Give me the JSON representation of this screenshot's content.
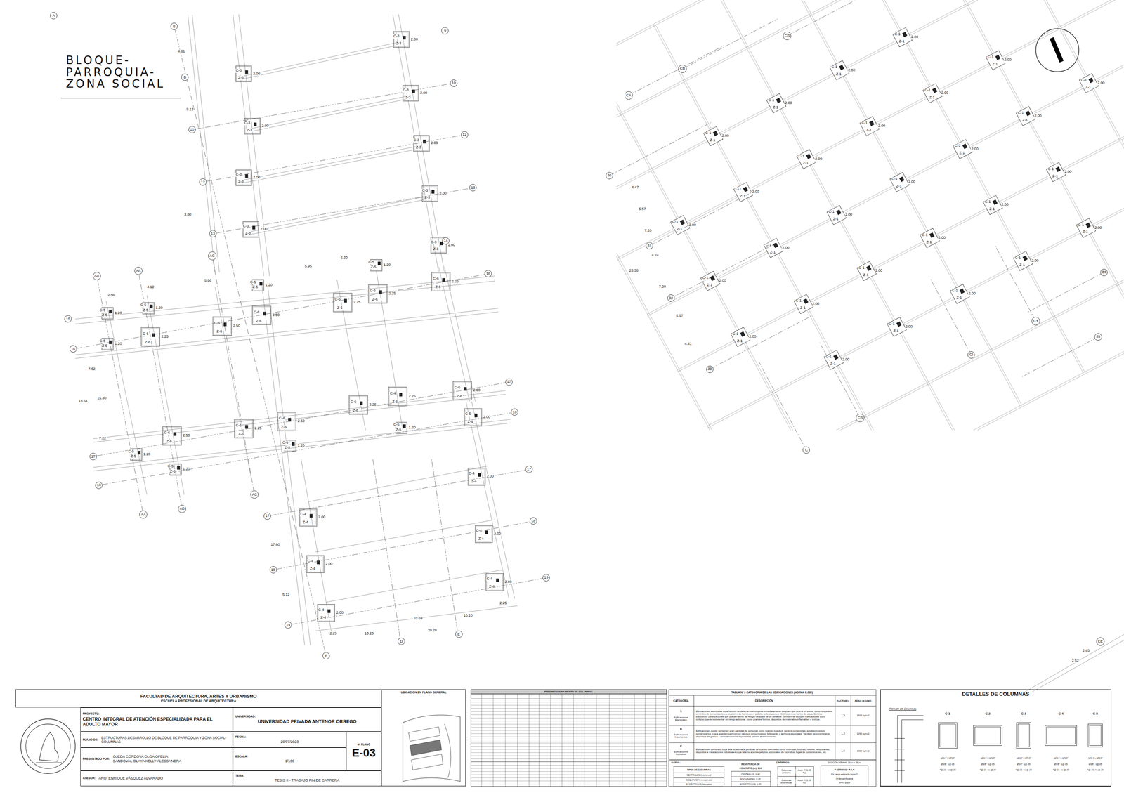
{
  "diagram": {
    "title": "BLOQUE- PARROQUIA- ZONA SOCIAL",
    "nodes": [
      {
        "text": [
          "A"
        ]
      },
      {
        "text": [
          "B"
        ]
      },
      {
        "text": [
          "9"
        ]
      },
      {
        "text": [
          "B"
        ]
      },
      {
        "text": [
          "10"
        ]
      },
      {
        "text": [
          "10"
        ]
      },
      {
        "text": [
          "12"
        ]
      },
      {
        "text": [
          "12"
        ]
      },
      {
        "text": [
          "13"
        ]
      },
      {
        "text": [
          "13"
        ]
      },
      {
        "text": [
          "14"
        ]
      },
      {
        "text": [
          "AC"
        ]
      },
      {
        "text": [
          "AA"
        ]
      },
      {
        "text": [
          "AB"
        ]
      },
      {
        "text": [
          "16"
        ]
      },
      {
        "text": [
          "15"
        ]
      },
      {
        "text": [
          "16"
        ]
      },
      {
        "text": [
          "17"
        ]
      },
      {
        "text": [
          "18"
        ]
      },
      {
        "text": [
          "17"
        ]
      },
      {
        "text": [
          "18"
        ]
      },
      {
        "text": [
          "17"
        ]
      },
      {
        "text": [
          "AC"
        ]
      },
      {
        "text": [
          "AB"
        ]
      },
      {
        "text": [
          "AA"
        ]
      },
      {
        "text": [
          "17"
        ]
      },
      {
        "text": [
          "18"
        ]
      },
      {
        "text": [
          "18"
        ]
      },
      {
        "text": [
          "19"
        ]
      },
      {
        "text": [
          "19"
        ]
      },
      {
        "text": [
          "D"
        ]
      },
      {
        "text": [
          "E"
        ]
      },
      {
        "text": [
          "B"
        ]
      },
      {
        "text": [
          "CB"
        ]
      },
      {
        "text": [
          "CB"
        ]
      },
      {
        "text": [
          "CA"
        ]
      },
      {
        "text": [
          "30"
        ]
      },
      {
        "text": [
          "31"
        ]
      },
      {
        "text": [
          "32"
        ]
      },
      {
        "text": [
          "34"
        ]
      },
      {
        "text": [
          "CY"
        ]
      },
      {
        "text": [
          "35"
        ]
      },
      {
        "text": [
          "CI"
        ]
      },
      {
        "text": [
          "33"
        ]
      },
      {
        "text": [
          "CB"
        ]
      },
      {
        "text": [
          "C"
        ]
      },
      {
        "text": [
          "CE"
        ]
      },
      {
        "text": [
          "FACULTAD DE ARQUITECTURA, ARTES Y URBANISMO",
          "ESCUELA PROFESIONAL DE ARQUITECTURA"
        ]
      },
      {
        "text": [
          "PROYECTO:",
          "CENTRO INTEGRAL DE ATENCIÓN ESPECIALIZADA PARA EL ADULTO MAYOR"
        ]
      },
      {
        "text": [
          "UNIVERSIDAD:",
          "UNIVERSIDAD PRIVADA ANTENOR ORREGO"
        ]
      },
      {
        "text": [
          "PLANO DE:",
          "ESTRUCTURAS:DESARROLLO DE BLOQUE DE PARROQUIA Y ZONA SOCIAL-COLUMNAS"
        ]
      },
      {
        "text": [
          "FECHA:",
          "20/07/2023"
        ]
      },
      {
        "text": [
          "Nº PLANO",
          "E-03"
        ]
      },
      {
        "text": [
          "PRESENTADO POR:",
          "OJEDA CORDOVA OLGA OFELIA",
          "SANDOVAL OLAYA KELLY ALESSANDRA"
        ]
      },
      {
        "text": [
          "ESCALA:",
          "1/100"
        ]
      },
      {
        "text": [
          "ASESOR:",
          "ARQ. ENRIQUE VÁSQUEZ ALVARADO"
        ]
      },
      {
        "text": [
          "TEMA:",
          "TESIS II - TRABAJO FIN DE CARRERA"
        ]
      },
      {
        "text": [
          "UBICACIÓN EN PLANO GENERAL"
        ]
      },
      {
        "text": [
          "DETALLES DE COLUMNAS"
        ]
      }
    ],
    "edges": [
      {
        "from": 5,
        "to": 4,
        "arrow": "none"
      },
      {
        "from": 7,
        "to": 6,
        "arrow": "none"
      },
      {
        "from": 9,
        "to": 8,
        "arrow": "none"
      },
      {
        "from": 16,
        "to": 14,
        "arrow": "none"
      },
      {
        "from": 19,
        "to": 17,
        "arrow": "none"
      },
      {
        "from": 20,
        "to": 18,
        "arrow": "none"
      },
      {
        "from": 25,
        "to": 21,
        "arrow": "none"
      },
      {
        "from": 27,
        "to": 26,
        "arrow": "none"
      },
      {
        "from": 29,
        "to": 28,
        "arrow": "none"
      },
      {
        "from": 12,
        "to": 24,
        "arrow": "none"
      },
      {
        "from": 13,
        "to": 23,
        "arrow": "none"
      },
      {
        "from": 11,
        "to": 22,
        "arrow": "none"
      },
      {
        "from": 1,
        "to": 32,
        "arrow": "none"
      }
    ],
    "labels": [
      "C-3",
      "Z-3",
      "2.00",
      "C-3",
      "Z-3",
      "2.00",
      "C-3",
      "Z-3",
      "2.00",
      "C-3",
      "Z-3",
      "2.00",
      "C-3",
      "Z-3",
      "2.00",
      "C-3",
      "Z-3",
      "2.00",
      "C-3",
      "Z-3",
      "2.00",
      "C-3",
      "Z-3",
      "2.00",
      "C-3",
      "Z-3",
      "2.00",
      "C-5",
      "Z-5",
      "1.20",
      "C-5",
      "Z-5",
      "1.20",
      "C-5",
      "Z-5",
      "1.20",
      "C-5",
      "Z-5",
      "1.20",
      "C-5",
      "Z-5",
      "1.20",
      "C-6",
      "Z-6",
      "2.25",
      "C-6",
      "Z-6",
      "2.50",
      "C-6",
      "Z-6",
      "2.50",
      "C-6",
      "Z-6",
      "2.25",
      "C-6",
      "Z-6",
      "2.25",
      "C-6",
      "Z-6",
      "2.25",
      "C-6",
      "Z-6",
      "2.50",
      "C-6",
      "Z-6",
      "2.25",
      "C-4",
      "Z-6",
      "2.50",
      "C-6",
      "Z-6",
      "2.25",
      "C-4",
      "Z-6",
      "2.25",
      "C-6",
      "Z-6",
      "2.60",
      "C-5",
      "Z-5",
      "1.20",
      "C-5",
      "Z-5",
      "1.20",
      "C-5",
      "Z-5",
      "1.20",
      "C-5",
      "Z-5",
      "1.20",
      "C-5",
      "Z-4",
      "2.00",
      "C-4",
      "Z-4",
      "2.00",
      "C-4",
      "Z-4",
      "2.00",
      "C-4",
      "Z-4",
      "2.00",
      "C-4",
      "Z-4",
      "2.00",
      "C-4",
      "Z-4",
      "2.00",
      "C-4",
      "Z-4",
      "2.00",
      "C-1",
      "Z-1",
      "2.00",
      "C-1",
      "Z-1",
      "2.00",
      "C-1",
      "Z-1",
      "2.00",
      "C-1",
      "Z-1",
      "2.00",
      "C-1",
      "Z-1",
      "2.00",
      "C-1",
      "Z-1",
      "2.00",
      "C-1",
      "Z-1",
      "2.00",
      "C-1",
      "Z-1",
      "2.00",
      "C-1",
      "Z-1",
      "2.00",
      "C-1",
      "Z-1",
      "2.00",
      "C-1",
      "Z-1",
      "2.00",
      "C-1",
      "Z-1",
      "2.00",
      "C-1",
      "Z-1",
      "2.00",
      "C-1",
      "Z-1",
      "2.00",
      "C-1",
      "Z-1",
      "2.00",
      "C-1",
      "Z-1",
      "2.00",
      "C-1",
      "Z-1",
      "2.00",
      "C-1",
      "Z-1",
      "2.00",
      "C-1",
      "Z-1",
      "2.00",
      "C-1",
      "Z-1",
      "2.00",
      "C-1",
      "Z-1",
      "2.00",
      "C-1",
      "Z-1",
      "2.00",
      "C-1",
      "Z-1",
      "2.00",
      "C-1",
      "Z-1",
      "2.00",
      "C-1",
      "Z-1",
      "2.00",
      "C-1",
      "Z-1",
      "2.00",
      "C-1",
      "Z-1",
      "2.00",
      "C-1",
      "Z-1",
      "2.00",
      "4.12",
      "5.96",
      "2.56",
      "5.95",
      "6.30",
      "18.51",
      "15.40",
      "7.62",
      "7.22",
      "17.60",
      "5.12",
      "2.25",
      "10.20",
      "20.28",
      "10.69",
      "10.20",
      "2.25",
      "9.13",
      "3.80",
      "4.61",
      "4.47",
      "5.57",
      "7.20",
      "4.24",
      "23.36",
      "7.20",
      "5.57",
      "4.41",
      "2.52",
      "2.45",
      "PREDIMENSIONAMIENTO DE COLUMNAS",
      "TABLA N° 3 CATEGORÍA DE LAS EDIFICACIONES (NORMA E.030)",
      "CATEGORÍA",
      "DESCRIPCIÓN",
      "FACTOR U",
      "PESO (KG/M2)",
      "A",
      "Edificaciones Esenciales",
      "Edificaciones esenciales cuya función no debería interrumpirse inmediatamente después que ocurra un sismo, como hospitales, centrales de comunicaciones, cuarteles de bomberos y policía, subestaciones eléctricas, reservorios de agua. Centros educativos y edificaciones que puedan servir de refugio después de un desastre. También se incluyen edificaciones cuyo colapso puede representar un riesgo adicional, como grandes hornos, depósitos de materiales inflamables o tóxicos.",
      "1,5",
      "1500 kg/m2",
      "B",
      "Edificaciones Importantes",
      "Edificaciones donde se reúnen gran cantidad de personas como teatros, estadios, centros comerciales, establecimientos penitenciarios, o que guardan patrimonios valiosos como museos, bibliotecas y archivos especiales. También se considerarán depósitos de granos y otros almacenes importantes para el abastecimiento.",
      "1,3",
      "1250 kg/m2",
      "C",
      "Edificaciones Comunes",
      "Edificaciones comunes, cuya falla ocasionaría pérdidas de cuantía intermedia como viviendas, oficinas, hoteles, restaurantes, depósitos e instalaciones industriales cuya falla no acarree peligros adicionales de incendios, fugas de contaminantes, etc.",
      "1,0",
      "1000 kg/m2",
      "DATOS:",
      "TIPOS DE COLUMNAS",
      "CENTRALES (interiores)",
      "ESQUINADAS (esquinas)",
      "EXCÉNTRICAS (laterales)",
      "RESISTENCIA DE",
      "CONCRETO (f'c): 210",
      "CENTRALES: 0.45",
      "ESQUINADAS: 0.35",
      "EXCÉNTRICAS: 0.35",
      "CRITERIOS:",
      "Columnas centrales",
      "Acol= P/(0.45 f'c)",
      "Columnas excéntricas",
      "Acol= P/(0.35 f'c)",
      "SECCIÓN MÍNIMA: 25cm x 25cm",
      "P SERVICIO= P.A.N",
      "P= carga estimada (kg/m2)",
      "A= área tributaria",
      "N= n° pisos",
      "Remate de Columnas",
      "C-1",
      "C-2",
      "C-3",
      "C-4",
      "C-5",
      "4Ø3/4\"+4Ø5/8\"",
      "Ø3/8\": 1@.05",
      "4@.10, rto.@.20",
      "4Ø3/4\"+4Ø5/8\"",
      "Ø3/8\": 1@.05",
      "4@.10, rto.@.20",
      "4Ø3/4\"+4Ø5/8\"",
      "Ø3/8\": 1@.05",
      "4@.10, rto.@.20",
      "4Ø3/4\"+4Ø5/8\"",
      "Ø3/8\": 1@.05",
      "4@.10, rto.@.20",
      "4Ø3/4\"+4Ø5/8\"",
      "Ø3/8\": 1@.05",
      "4@.10, rto.@.20"
    ]
  }
}
